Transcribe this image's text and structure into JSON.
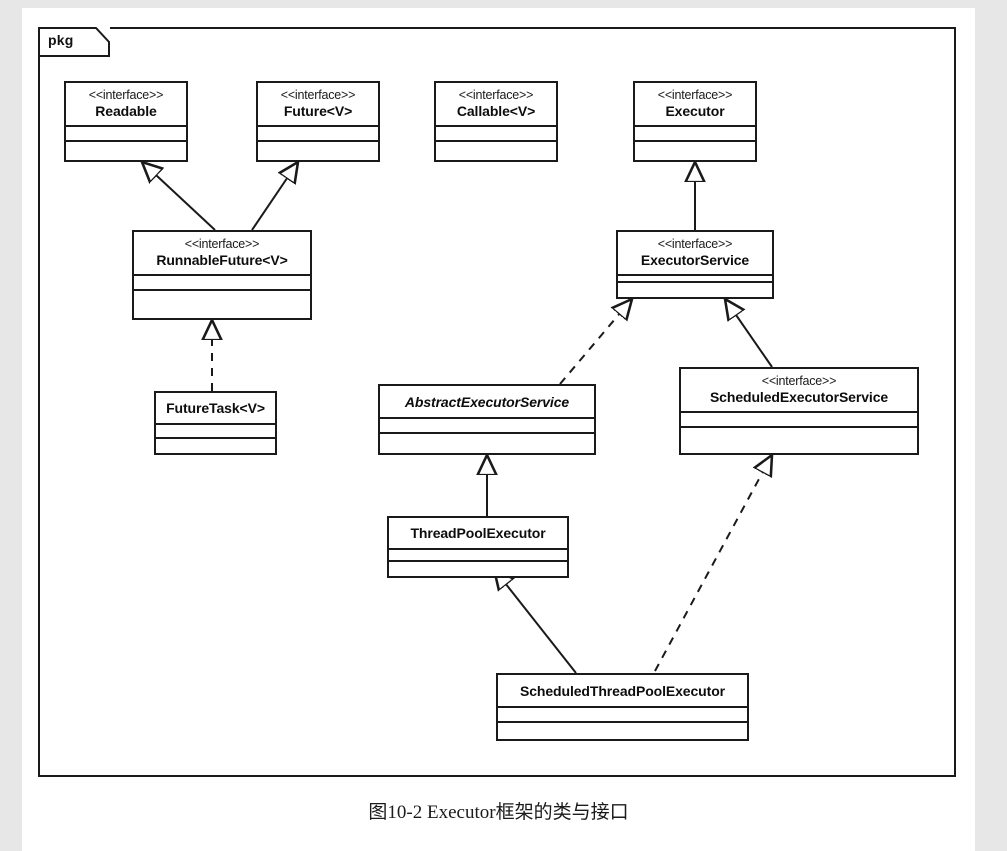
{
  "diagram": {
    "frame_label": "pkg",
    "caption": "图10-2  Executor框架的类与接口",
    "stereotype_interface": "<<interface>>",
    "colors": {
      "page_background": "#e7e7e7",
      "canvas": "#ffffff",
      "stroke": "#1a1a1a",
      "text": "#0d0d0d"
    },
    "classes": [
      {
        "id": "readable",
        "name": "Readable",
        "stereotype": "<<interface>>",
        "kind": "interface"
      },
      {
        "id": "future",
        "name": "Future<V>",
        "stereotype": "<<interface>>",
        "kind": "interface"
      },
      {
        "id": "callable",
        "name": "Callable<V>",
        "stereotype": "<<interface>>",
        "kind": "interface"
      },
      {
        "id": "executor",
        "name": "Executor",
        "stereotype": "<<interface>>",
        "kind": "interface"
      },
      {
        "id": "runnable-future",
        "name": "RunnableFuture<V>",
        "stereotype": "<<interface>>",
        "kind": "interface"
      },
      {
        "id": "executor-service",
        "name": "ExecutorService",
        "stereotype": "<<interface>>",
        "kind": "interface"
      },
      {
        "id": "future-task",
        "name": "FutureTask<V>",
        "stereotype": "",
        "kind": "class"
      },
      {
        "id": "abstract-executor-service",
        "name": "AbstractExecutorService",
        "stereotype": "",
        "kind": "abstract-class"
      },
      {
        "id": "scheduled-executor-service",
        "name": "ScheduledExecutorService",
        "stereotype": "<<interface>>",
        "kind": "interface"
      },
      {
        "id": "thread-pool-executor",
        "name": "ThreadPoolExecutor",
        "stereotype": "",
        "kind": "class"
      },
      {
        "id": "scheduled-thread-pool-executor",
        "name": "ScheduledThreadPoolExecutor",
        "stereotype": "",
        "kind": "class"
      }
    ],
    "relationships": [
      {
        "from": "runnable-future",
        "to": "readable",
        "type": "generalization"
      },
      {
        "from": "runnable-future",
        "to": "future",
        "type": "generalization"
      },
      {
        "from": "future-task",
        "to": "runnable-future",
        "type": "realization"
      },
      {
        "from": "executor-service",
        "to": "executor",
        "type": "generalization"
      },
      {
        "from": "abstract-executor-service",
        "to": "executor-service",
        "type": "realization"
      },
      {
        "from": "scheduled-executor-service",
        "to": "executor-service",
        "type": "generalization"
      },
      {
        "from": "thread-pool-executor",
        "to": "abstract-executor-service",
        "type": "generalization"
      },
      {
        "from": "scheduled-thread-pool-executor",
        "to": "thread-pool-executor",
        "type": "generalization"
      },
      {
        "from": "scheduled-thread-pool-executor",
        "to": "scheduled-executor-service",
        "type": "realization"
      }
    ]
  }
}
